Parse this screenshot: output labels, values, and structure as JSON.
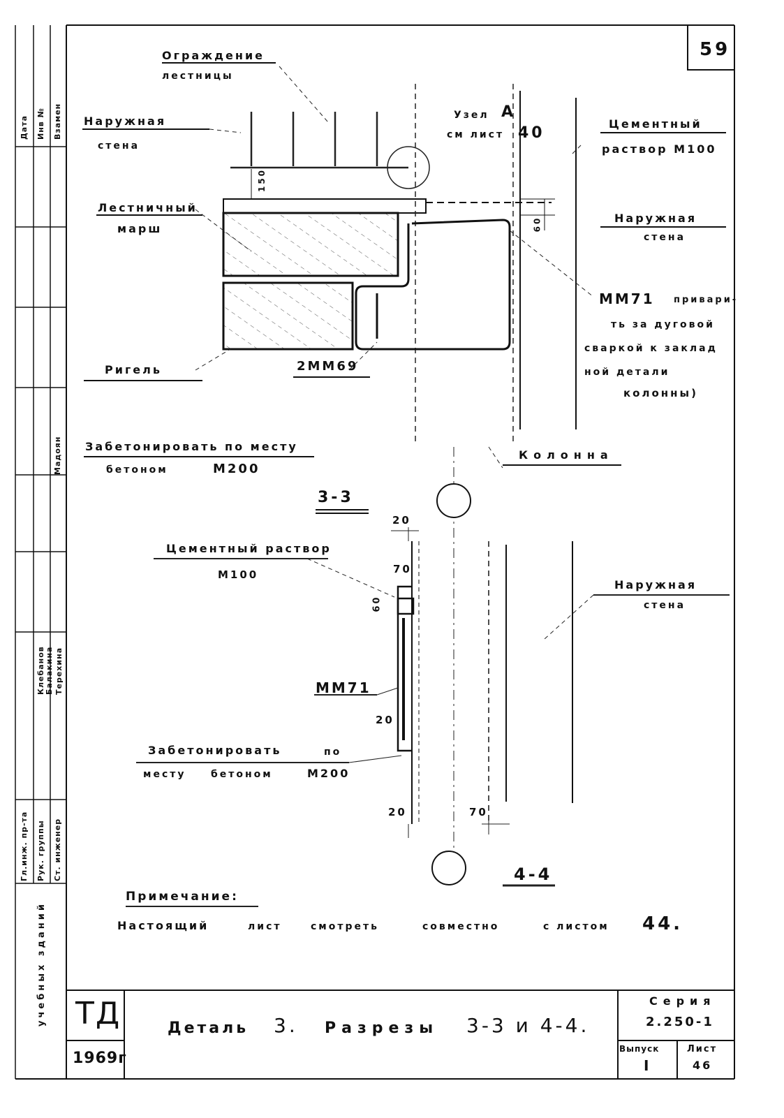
{
  "sheet_number": "59",
  "side_stamp": {
    "columns": [
      "Дата",
      "Инв №",
      "Взамен"
    ],
    "roles": [
      "Гл.инж. пр-та",
      "Рук. группы",
      "Ст. инженер"
    ],
    "names": [
      "Мадоян",
      "Клебанов",
      "Балакина",
      "Терехина"
    ],
    "bottom": "учебных зданий"
  },
  "section_33": {
    "title": "3-3",
    "fence_label": [
      "Ограждение",
      "лестницы"
    ],
    "outer_wall_left": [
      "Наружная",
      "стена"
    ],
    "node_ref": [
      "Узел",
      "А",
      "см лист",
      "40"
    ],
    "mortar": [
      "Цементный",
      "раствор М100"
    ],
    "outer_wall_right": [
      "Наружная",
      "стена"
    ],
    "flight_label": [
      "Лестничный",
      "марш"
    ],
    "mm71_note": [
      "ММ71",
      "привари-",
      "ть за дуговой",
      "сваркой к заклад",
      "ной детали",
      "колонны)"
    ],
    "beam": "Ригель",
    "part_2mm69": "2ММ69",
    "concrete_note": [
      "Забетонировать по месту",
      "бетоном",
      "М200"
    ],
    "column": "Колонна",
    "dim_150": "150",
    "dim_60": "60"
  },
  "section_44": {
    "title": "4-4",
    "mortar": [
      "Цементный раствор",
      "М100"
    ],
    "outer_wall": [
      "Наружная",
      "стена"
    ],
    "mm71": "ММ71",
    "concrete_note": [
      "Забетонировать",
      "по",
      "месту",
      "бетоном",
      "М200"
    ],
    "dim_20_top": "20",
    "dim_70_top": "70",
    "dim_60": "60",
    "dim_20_mid": "20",
    "dim_20_bot": "20",
    "dim_70_bot": "70"
  },
  "note": {
    "heading": "Примечание:",
    "text": [
      "Настоящий",
      "лист",
      "смотреть",
      "совместно",
      "с листом",
      "44."
    ]
  },
  "title_block": {
    "org": "ТД",
    "year": "1969г",
    "title": [
      "Деталь",
      "3.",
      "Разрезы",
      "3-3 и 4-4."
    ],
    "series_label": "Серия",
    "series_value": "2.250-1",
    "issue_label": "Выпуск",
    "issue_value": "I",
    "sheet_label": "Лист",
    "sheet_value": "46"
  }
}
